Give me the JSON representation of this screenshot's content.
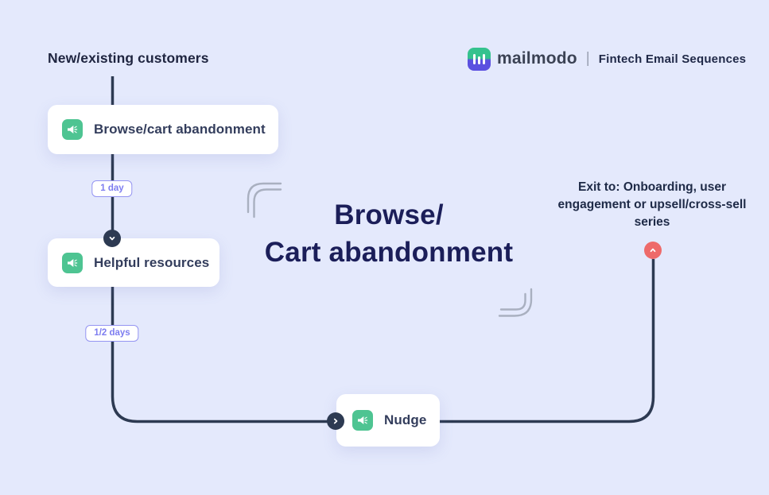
{
  "header": {
    "flow_entry_label": "New/existing customers"
  },
  "brand": {
    "name": "mailmodo",
    "divider": "|",
    "tagline": "Fintech Email Sequences",
    "logo_icon": "mailmodo-bars-icon"
  },
  "title": {
    "line1": "Browse/",
    "line2": "Cart abandonment"
  },
  "nodes": [
    {
      "label": "Browse/cart abandonment",
      "icon": "megaphone-icon"
    },
    {
      "label": "Helpful resources",
      "icon": "megaphone-icon"
    },
    {
      "label": "Nudge",
      "icon": "megaphone-icon"
    }
  ],
  "delays": [
    {
      "label": "1 day"
    },
    {
      "label": "1/2 days"
    }
  ],
  "exit": {
    "note": "Exit to: Onboarding, user engagement or upsell/cross-sell series",
    "icon": "chevron-up-icon"
  },
  "colors": {
    "background": "#e4e9fc",
    "connector_line": "#2d3a52",
    "card_background": "#ffffff",
    "node_icon_green": "#4ec492",
    "delay_badge_purple": "#7d7df0",
    "exit_circle_red": "#ee6a6a",
    "title_navy": "#1b1e59",
    "card_text": "#333d5c",
    "logo_green": "#35c28e",
    "logo_indigo": "#5b50e0",
    "bracket_gray": "#a9b0c0"
  }
}
